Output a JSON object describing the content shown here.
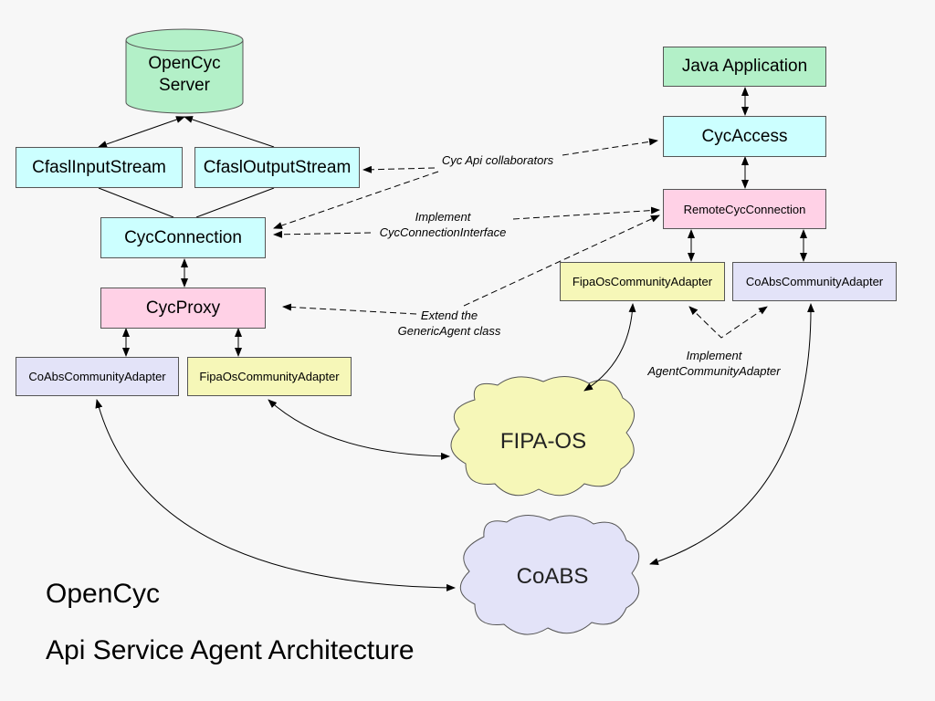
{
  "diagram": {
    "title_line1": "OpenCyc",
    "title_line2": "Api Service Agent Architecture",
    "nodes": {
      "opencyc_server": {
        "line1": "OpenCyc",
        "line2": "Server"
      },
      "cfasl_input_stream": "CfaslInputStream",
      "cfasl_output_stream": "CfaslOutputStream",
      "cyc_connection": "CycConnection",
      "cyc_proxy": "CycProxy",
      "left_coabs_adapter": "CoAbsCommunityAdapter",
      "left_fipaos_adapter": "FipaOsCommunityAdapter",
      "java_application": "Java Application",
      "cyc_access": "CycAccess",
      "remote_cyc_connection": "RemoteCycConnection",
      "right_fipaos_adapter": "FipaOsCommunityAdapter",
      "right_coabs_adapter": "CoAbsCommunityAdapter"
    },
    "clouds": {
      "fipa_os": "FIPA-OS",
      "coabs": "CoABS"
    },
    "annotations": {
      "cyc_api_collaborators": "Cyc Api collaborators",
      "implement_cci_line1": "Implement",
      "implement_cci_line2": "CycConnectionInterface",
      "extend_line1": "Extend the",
      "extend_line2": "GenericAgent class",
      "implement_aca_line1": "Implement",
      "implement_aca_line2": "AgentCommunityAdapter"
    },
    "colors": {
      "cyan": "#ccffff",
      "green": "#b3f0c8",
      "pink": "#ffd1e6",
      "lavender": "#e3e3f8",
      "yellow": "#f6f7b8",
      "background": "#f7f7f7"
    }
  }
}
